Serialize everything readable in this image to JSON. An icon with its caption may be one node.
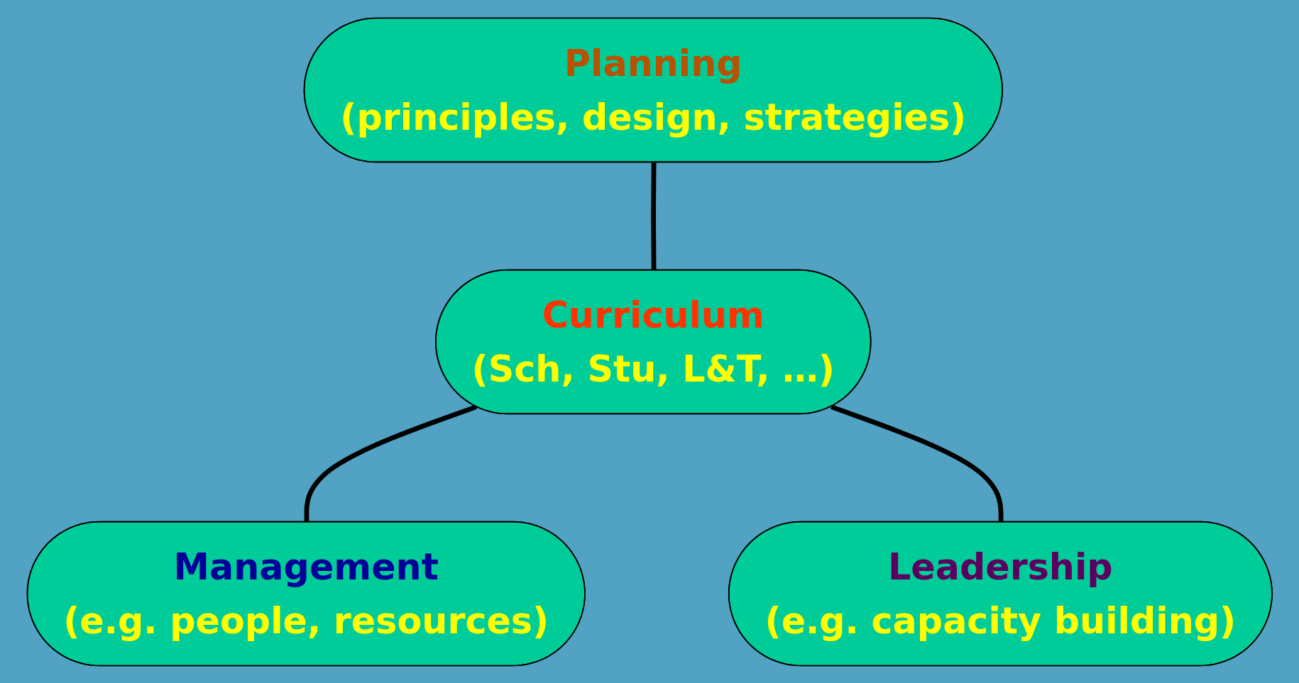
{
  "diagram": {
    "nodes": [
      {
        "text": [
          "Planning",
          "(principles, design, strategies)"
        ]
      },
      {
        "text": [
          "Curriculum",
          "(Sch, Stu, L&T, …)"
        ]
      },
      {
        "text": [
          "Management",
          "(e.g. people, resources)"
        ]
      },
      {
        "text": [
          "Leadership",
          "(e.g. capacity building)"
        ]
      }
    ],
    "edges": [
      {
        "from": 0,
        "to": 1,
        "arrow": "none"
      },
      {
        "from": 1,
        "to": 2,
        "arrow": "none"
      },
      {
        "from": 1,
        "to": 3,
        "arrow": "none"
      }
    ]
  }
}
